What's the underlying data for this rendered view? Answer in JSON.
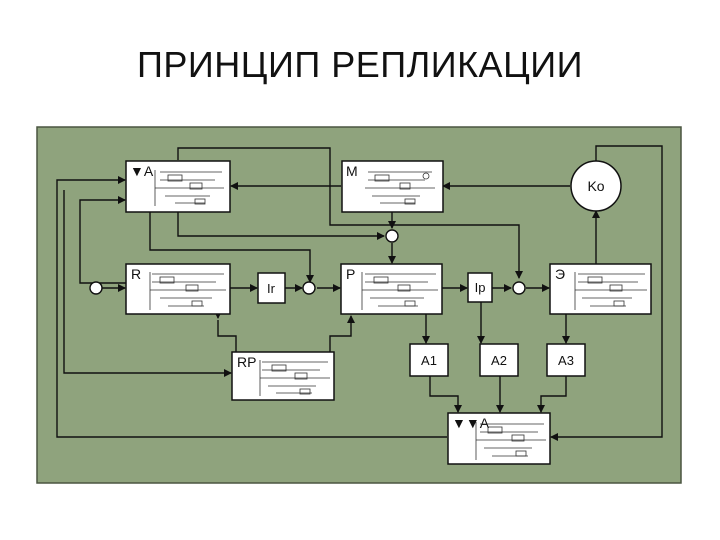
{
  "title": "ПРИНЦИП РЕПЛИКАЦИИ",
  "colors": {
    "panel": "#8fa37d",
    "block": "#ffffff",
    "line": "#111111"
  },
  "blocks": {
    "a_top": "▼A",
    "m": "M",
    "ko": "Ko",
    "r": "R",
    "ir": "Ir",
    "p": "P",
    "ip": "Ip",
    "e": "Э",
    "rp": "RP",
    "a1": "A1",
    "a2": "A2",
    "a3": "A3",
    "a_bottom": "▼▼A"
  }
}
